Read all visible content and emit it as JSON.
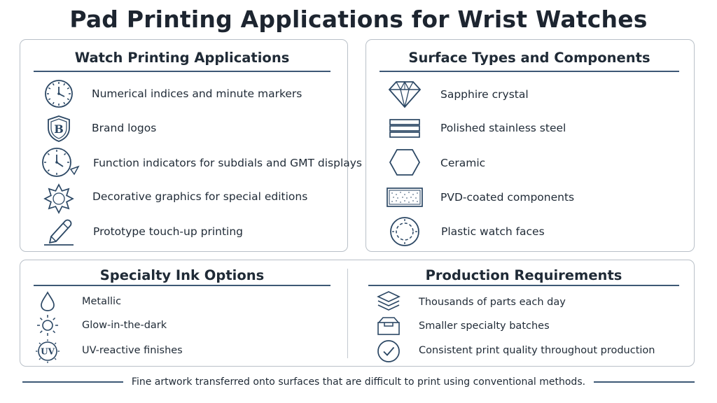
{
  "title": "Pad Printing Applications for Wrist Watches",
  "watch_printing": {
    "title": "Watch Printing Applications",
    "items": [
      {
        "label": "Numerical indices and minute markers",
        "icon": "watch-dial-icon"
      },
      {
        "label": "Brand logos",
        "icon": "brand-shield-icon"
      },
      {
        "label": "Function indicators for subdials and GMT displays",
        "icon": "subdial-gmt-icon"
      },
      {
        "label": "Decorative graphics for special editions",
        "icon": "star-emblem-icon"
      },
      {
        "label": "Prototype touch-up printing",
        "icon": "pen-icon"
      }
    ],
    "logo_letter": "B"
  },
  "surface_types": {
    "title": "Surface Types and Components",
    "items": [
      {
        "label": "Sapphire crystal",
        "icon": "diamond-icon"
      },
      {
        "label": "Polished stainless steel",
        "icon": "steel-layers-icon"
      },
      {
        "label": "Ceramic",
        "icon": "hexagon-icon"
      },
      {
        "label": "PVD-coated components",
        "icon": "coated-panel-icon"
      },
      {
        "label": "Plastic watch faces",
        "icon": "dotted-face-icon"
      }
    ]
  },
  "specialty_ink": {
    "title": "Specialty Ink Options",
    "items": [
      {
        "label": "Metallic",
        "icon": "droplet-icon"
      },
      {
        "label": "Glow-in-the-dark",
        "icon": "glow-sun-icon"
      },
      {
        "label": "UV-reactive finishes",
        "icon": "uv-badge-icon"
      }
    ],
    "uv_text": "UV"
  },
  "production": {
    "title": "Production Requirements",
    "items": [
      {
        "label": "Thousands of parts each day",
        "icon": "stack-layers-icon"
      },
      {
        "label": "Smaller specialty batches",
        "icon": "tray-box-icon"
      },
      {
        "label": "Consistent print quality throughout production",
        "icon": "check-circle-icon"
      }
    ]
  },
  "footer": "Fine artwork transferred onto surfaces that are difficult to print using conventional methods.",
  "colors": {
    "ink": "#1f2a36",
    "accent_rule": "#3d5875",
    "panel_border": "#b9c0c8"
  }
}
